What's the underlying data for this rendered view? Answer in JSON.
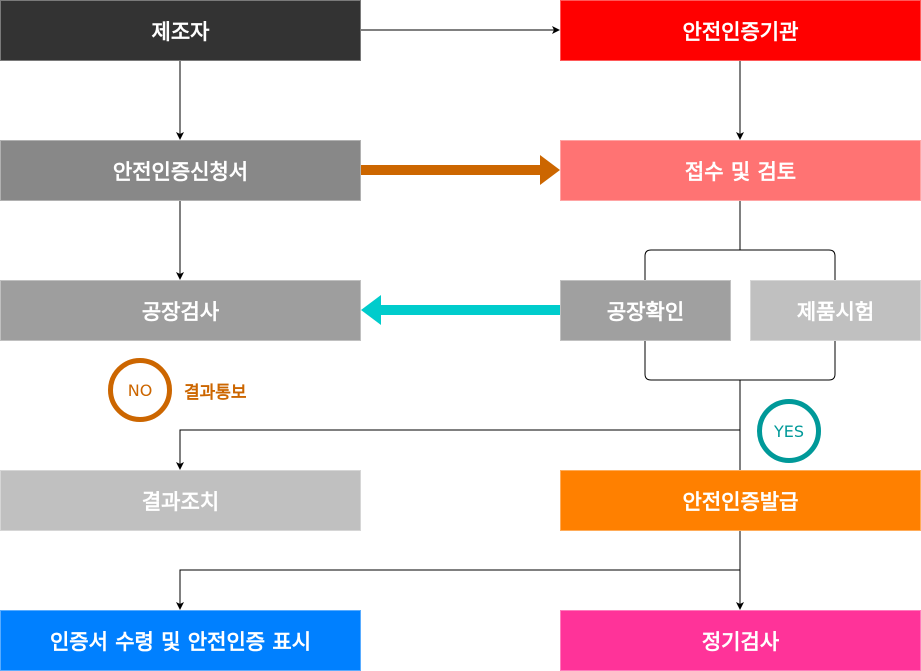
{
  "nodes": {
    "manufacturer": {
      "label": "제조자",
      "color": "#333333"
    },
    "cert_body": {
      "label": "안전인증기관",
      "color": "#ff0000"
    },
    "application": {
      "label": "안전인증신청서",
      "color": "#888888"
    },
    "review": {
      "label": "접수 및 검토",
      "color": "#ff7373"
    },
    "factory_inspection": {
      "label": "공장검사",
      "color": "#9e9e9e"
    },
    "factory_check": {
      "label": "공장확인",
      "color": "#a0a0a0"
    },
    "product_test": {
      "label": "제품시험",
      "color": "#c0c0c0"
    },
    "corrective_action": {
      "label": "결과조치",
      "color": "#c0c0c0"
    },
    "issuance": {
      "label": "안전인증발급",
      "color": "#ff8000"
    },
    "receipt_marking": {
      "label": "인증서 수령 및 안전인증 표시",
      "color": "#0080ff"
    },
    "periodic_inspection": {
      "label": "정기검사",
      "color": "#ff3399"
    }
  },
  "decisions": {
    "no": {
      "label": "NO",
      "color": "#cc6600"
    },
    "no_note": {
      "label": "결과통보",
      "color": "#cc6600"
    },
    "yes": {
      "label": "YES",
      "color": "#009999"
    }
  },
  "arrows": {
    "application_to_review": {
      "color": "#cc6600"
    },
    "factory_check_to_inspection": {
      "color": "#00cccc"
    }
  }
}
